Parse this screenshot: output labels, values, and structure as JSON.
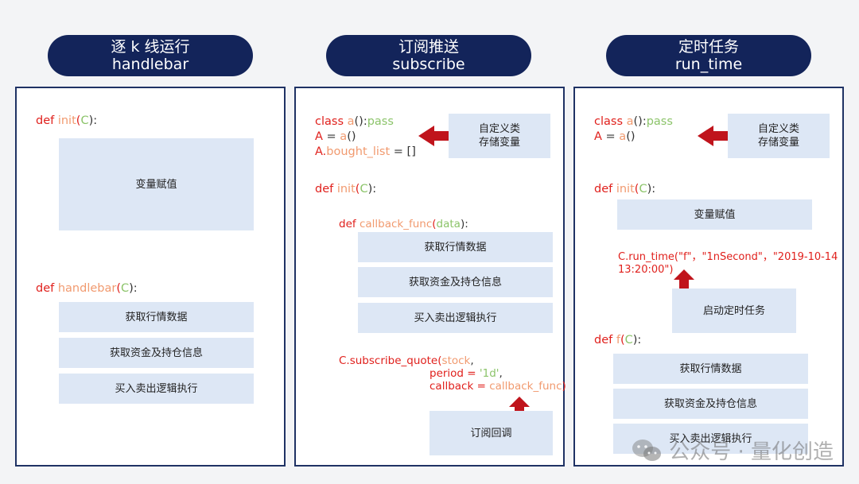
{
  "columns": [
    {
      "title": "逐 k 线运行",
      "subtitle": "handlebar"
    },
    {
      "title": "订阅推送",
      "subtitle": "subscribe"
    },
    {
      "title": "定时任务",
      "subtitle": "run_time"
    }
  ],
  "col1": {
    "def": "def",
    "init": "init",
    "paren_open": "(",
    "C": "C",
    "paren_close_colon": "):",
    "box_assign": "变量赋值",
    "handlebar": "handlebar",
    "box_market": "获取行情数据",
    "box_funds": "获取资金及持仓信息",
    "box_trade": "买入卖出逻辑执行"
  },
  "col2": {
    "class_kw": "class",
    "class_name": "a",
    "class_paren": "():",
    "pass": "pass",
    "A": "A",
    "eq": " = ",
    "a_call": "a",
    "call_parens": "()",
    "A_dot": "A.",
    "bought_list": "bought_list",
    "eq_list": " = []",
    "box_custom_class": "自定义类\n存储变量",
    "def": "def",
    "init": "init",
    "paren_open": "(",
    "C": "C",
    "paren_close_colon": "):",
    "callback_func": "callback_func",
    "data": "data",
    "box_market": "获取行情数据",
    "box_funds": "获取资金及持仓信息",
    "box_trade": "买入卖出逻辑执行",
    "subscribe_call": "C.subscribe_quote",
    "stock": "stock",
    "comma": ",",
    "period_kw": "period = ",
    "period_val": "'1d'",
    "callback_kw": "callback = ",
    "callback_val": "callback_func",
    "close_paren": ")",
    "box_callback": "订阅回调"
  },
  "col3": {
    "class_kw": "class",
    "class_name": "a",
    "class_paren": "():",
    "pass": "pass",
    "A": "A",
    "eq": " = ",
    "a_call": "a",
    "call_parens": "()",
    "box_custom_class": "自定义类\n存储变量",
    "def": "def",
    "init": "init",
    "paren_open": "(",
    "C": "C",
    "paren_close_colon": "):",
    "box_assign": "变量赋值",
    "run_time_line1": "C.run_time(\"f\"，\"1nSecond\"，\"2019-10-14",
    "run_time_line2": "13:20:00\")",
    "box_start_task": "启动定时任务",
    "f": "f",
    "box_market": "获取行情数据",
    "box_funds": "获取资金及持仓信息",
    "box_trade": "买入卖出逻辑执行"
  },
  "watermark": "公众号 · 量化创造",
  "colors": {
    "navy": "#13245a",
    "keyword": "#e0201c",
    "function": "#f19a6f",
    "green": "#8cc46a",
    "box": "#dde7f5",
    "arrow": "#c0141c"
  }
}
